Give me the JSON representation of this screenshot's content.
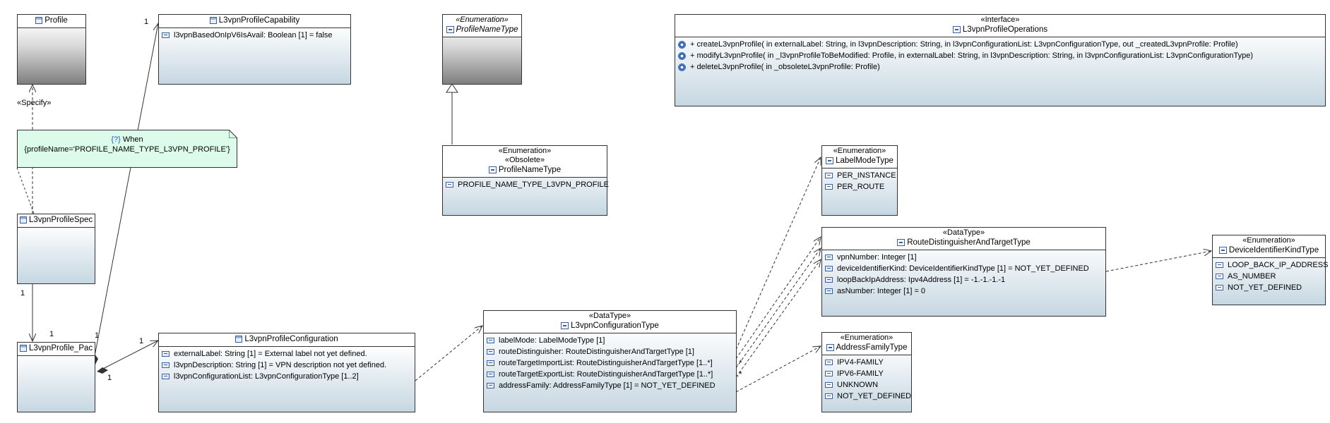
{
  "classes": {
    "profile": {
      "name": "Profile"
    },
    "capability": {
      "name": "L3vpnProfileCapability",
      "attributes": [
        "l3vpnBasedOnIpV6IsAvail: Boolean [1] = false"
      ]
    },
    "profileNameTypeAbstract": {
      "stereotype": "«Enumeration»",
      "name": "ProfileNameType"
    },
    "operations": {
      "stereotype": "«Interface»",
      "name": "L3vpnProfileOperations",
      "ops": [
        "+ createL3vpnProfile(  in externalLabel: String,   in l3vpnDescription: String,   in l3vpnConfigurationList: L3vpnConfigurationType,   out _createdL3vpnProfile: Profile)",
        "+ modifyL3vpnProfile(  in _l3vpnProfileToBeModified: Profile,   in externalLabel: String,   in l3vpnDescription: String,   in l3vpnConfigurationList: L3vpnConfigurationType)",
        "+ deleteL3vpnProfile(  in _obsoleteL3vpnProfile: Profile)"
      ]
    },
    "profileNameType": {
      "stereotype1": "«Enumeration»",
      "stereotype2": "«Obsolete»",
      "name": "ProfileNameType",
      "literals": [
        "PROFILE_NAME_TYPE_L3VPN_PROFILE"
      ]
    },
    "labelModeType": {
      "stereotype": "«Enumeration»",
      "name": "LabelModeType",
      "literals": [
        "PER_INSTANCE",
        "PER_ROUTE"
      ]
    },
    "routeDistinguisher": {
      "stereotype": "«DataType»",
      "name": "RouteDistinguisherAndTargetType",
      "attributes": [
        "vpnNumber: Integer [1]",
        "deviceIdentifierKind: DeviceIdentifierKindType [1] = NOT_YET_DEFINED",
        "loopBackIpAddress: Ipv4Address [1] = -1.-1.-1.-1",
        "asNumber: Integer [1] = 0"
      ]
    },
    "deviceIdentifierKindType": {
      "stereotype": "«Enumeration»",
      "name": "DeviceIdentifierKindType",
      "literals": [
        "LOOP_BACK_IP_ADDRESS",
        "AS_NUMBER",
        "NOT_YET_DEFINED"
      ]
    },
    "spec": {
      "name": "L3vpnProfileSpec"
    },
    "pac": {
      "name": "L3vpnProfile_Pac"
    },
    "configuration": {
      "name": "L3vpnProfileConfiguration",
      "attributes": [
        "externalLabel: String [1] = External label not yet defined.",
        "l3vpnDescription: String [1] = VPN description not yet defined.",
        "l3vpnConfigurationList: L3vpnConfigurationType [1..2]"
      ]
    },
    "configurationType": {
      "stereotype": "«DataType»",
      "name": "L3vpnConfigurationType",
      "attributes": [
        "labelMode: LabelModeType [1]",
        "routeDistinguisher: RouteDistinguisherAndTargetType [1]",
        "routeTargetImportList: RouteDistinguisherAndTargetType [1..*]",
        "routeTargetExportList: RouteDistinguisherAndTargetType [1..*]",
        "addressFamily: AddressFamilyType [1] = NOT_YET_DEFINED"
      ]
    },
    "addressFamilyType": {
      "stereotype": "«Enumeration»",
      "name": "AddressFamilyType",
      "literals": [
        "IPV4-FAMILY",
        "IPV6-FAMILY",
        "UNKNOWN",
        "NOT_YET_DEFINED"
      ]
    }
  },
  "note": {
    "icon": "{?}",
    "title": "When",
    "body": "{profileName='PROFILE_NAME_TYPE_L3VPN_PROFILE'}"
  },
  "labels": {
    "specify": "«Specify»",
    "mult_cap": "1",
    "mult_spec": "1",
    "mult_pac_top": "1",
    "mult_pac_up": "1",
    "mult_pac_right": "1",
    "mult_conf": "1",
    "mult_many1": "1..*",
    "mult_many2": "1..*"
  },
  "colors": {
    "classFillBottom": "#c6d7e2",
    "noteFill": "#ddfbea",
    "iconBlue": "#3a5fa0"
  }
}
